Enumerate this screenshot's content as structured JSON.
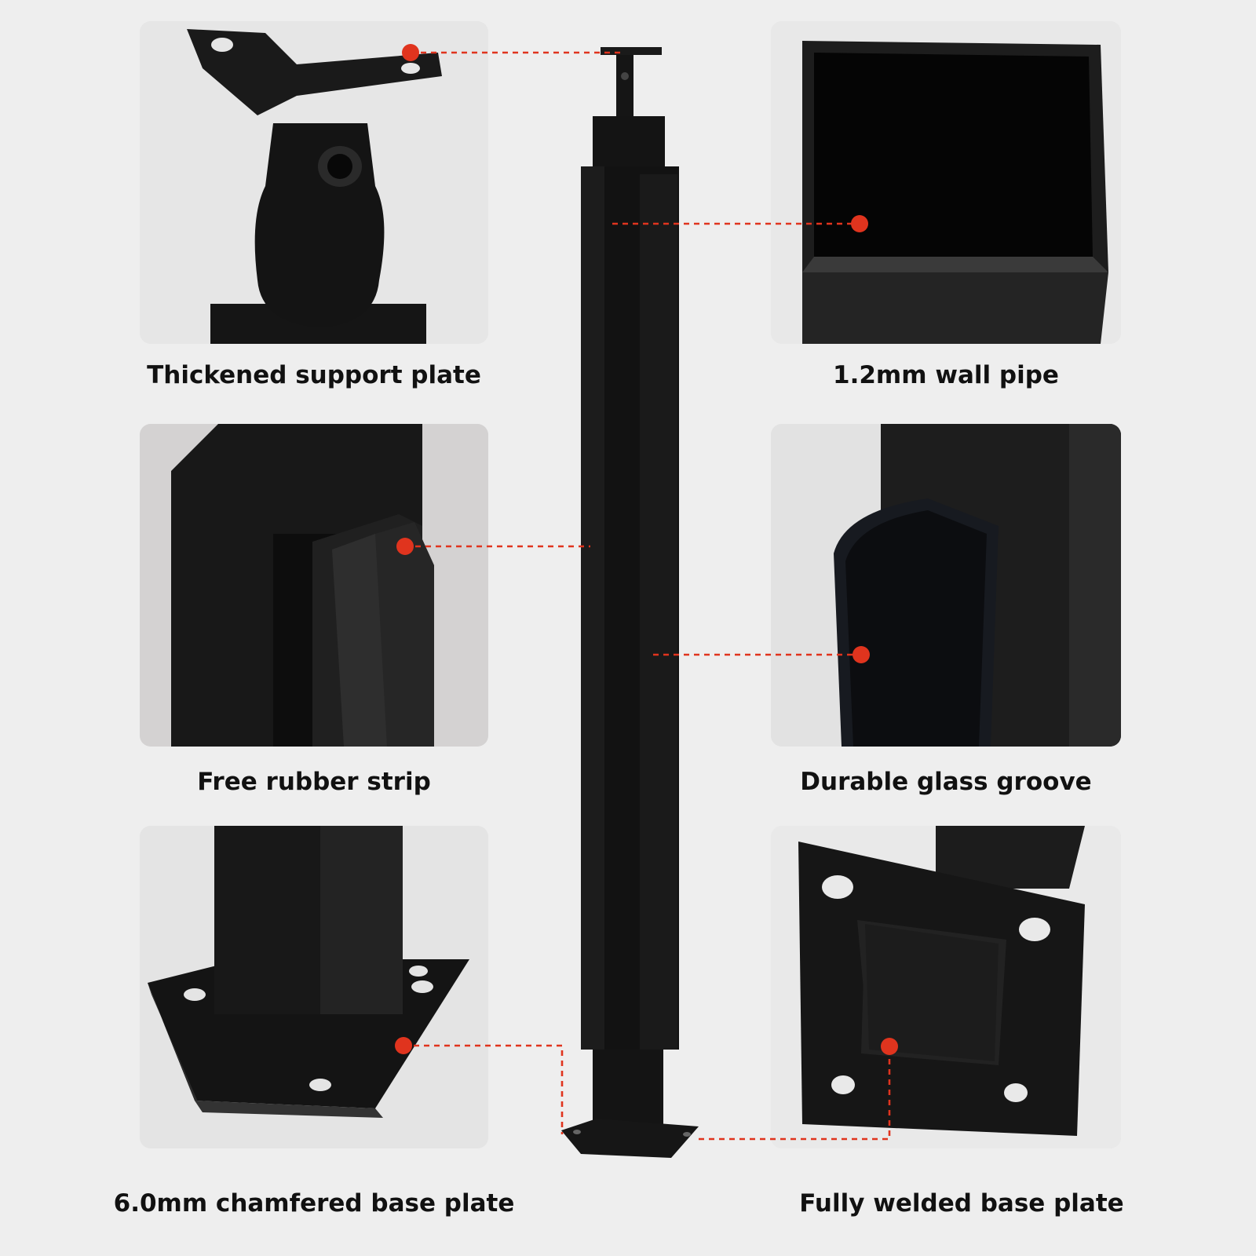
{
  "features": [
    {
      "label": "Thickened support plate"
    },
    {
      "label": "1.2mm wall pipe"
    },
    {
      "label": "Free rubber strip"
    },
    {
      "label": "Durable glass groove"
    },
    {
      "label": "6.0mm chamfered base plate"
    },
    {
      "label": "Fully welded base plate"
    }
  ],
  "colors": {
    "background": "#eeeeee",
    "post": "#141414",
    "callout": "#e0341e",
    "caption": "#111111"
  }
}
